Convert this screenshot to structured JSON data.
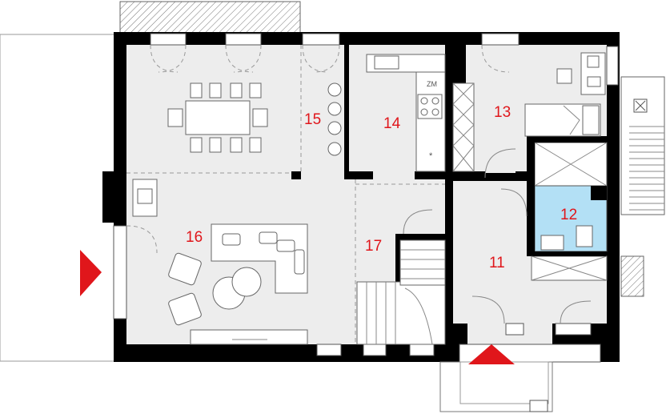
{
  "rooms": [
    {
      "id": "11",
      "label": "11"
    },
    {
      "id": "12",
      "label": "12"
    },
    {
      "id": "13",
      "label": "13"
    },
    {
      "id": "14",
      "label": "14"
    },
    {
      "id": "15",
      "label": "15"
    },
    {
      "id": "16",
      "label": "16"
    },
    {
      "id": "17",
      "label": "17"
    }
  ],
  "stove_label": "ZM",
  "colors": {
    "walls": "#000000",
    "floor": "#ededed",
    "bathroom": "#b3e0f5",
    "room_number": "#e0161b",
    "entrance_marker": "#e0161b"
  },
  "icons": [
    "entrance-arrow-icon",
    "entrance-arrow-icon"
  ]
}
